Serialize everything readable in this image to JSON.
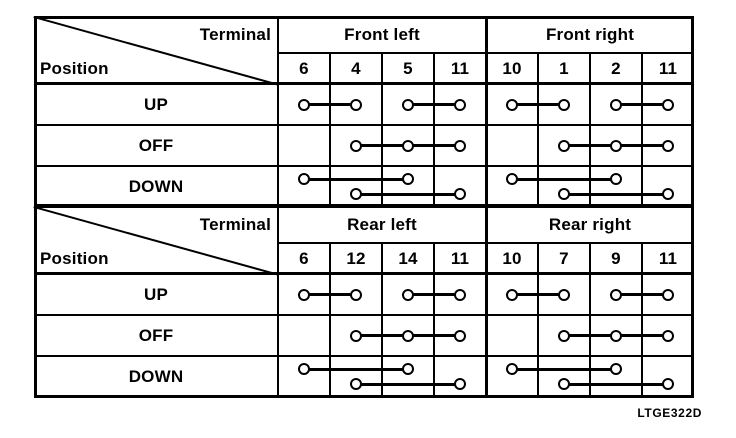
{
  "figure": {
    "code": "LTGE322D"
  },
  "colors": {
    "ink": "#000000",
    "paper": "#ffffff"
  },
  "tables": [
    {
      "id": "front",
      "corner": {
        "top_right_label": "Terminal",
        "bottom_left_label": "Position"
      },
      "groups": [
        {
          "label": "Front left",
          "terminals": [
            "6",
            "4",
            "5",
            "11"
          ]
        },
        {
          "label": "Front right",
          "terminals": [
            "10",
            "1",
            "2",
            "11"
          ]
        }
      ],
      "positions": [
        {
          "label": "UP",
          "connections": [
            {
              "terminals": [
                0,
                1
              ],
              "level": "mid"
            },
            {
              "terminals": [
                2,
                3
              ],
              "level": "mid"
            },
            {
              "terminals": [
                4,
                5
              ],
              "level": "mid"
            },
            {
              "terminals": [
                6,
                7
              ],
              "level": "mid"
            }
          ]
        },
        {
          "label": "OFF",
          "connections": [
            {
              "terminals": [
                1,
                2,
                3
              ],
              "level": "mid"
            },
            {
              "terminals": [
                5,
                6,
                7
              ],
              "level": "mid"
            }
          ]
        },
        {
          "label": "DOWN",
          "connections": [
            {
              "terminals": [
                0,
                2
              ],
              "level": "upper"
            },
            {
              "terminals": [
                1,
                3
              ],
              "level": "lower"
            },
            {
              "terminals": [
                4,
                6
              ],
              "level": "upper"
            },
            {
              "terminals": [
                5,
                7
              ],
              "level": "lower"
            }
          ]
        }
      ]
    },
    {
      "id": "rear",
      "corner": {
        "top_right_label": "Terminal",
        "bottom_left_label": "Position"
      },
      "groups": [
        {
          "label": "Rear left",
          "terminals": [
            "6",
            "12",
            "14",
            "11"
          ]
        },
        {
          "label": "Rear right",
          "terminals": [
            "10",
            "7",
            "9",
            "11"
          ]
        }
      ],
      "positions": [
        {
          "label": "UP",
          "connections": [
            {
              "terminals": [
                0,
                1
              ],
              "level": "mid"
            },
            {
              "terminals": [
                2,
                3
              ],
              "level": "mid"
            },
            {
              "terminals": [
                4,
                5
              ],
              "level": "mid"
            },
            {
              "terminals": [
                6,
                7
              ],
              "level": "mid"
            }
          ]
        },
        {
          "label": "OFF",
          "connections": [
            {
              "terminals": [
                1,
                2,
                3
              ],
              "level": "mid"
            },
            {
              "terminals": [
                5,
                6,
                7
              ],
              "level": "mid"
            }
          ]
        },
        {
          "label": "DOWN",
          "connections": [
            {
              "terminals": [
                0,
                2
              ],
              "level": "upper"
            },
            {
              "terminals": [
                1,
                3
              ],
              "level": "lower"
            },
            {
              "terminals": [
                4,
                6
              ],
              "level": "upper"
            },
            {
              "terminals": [
                5,
                7
              ],
              "level": "lower"
            }
          ]
        }
      ]
    }
  ]
}
